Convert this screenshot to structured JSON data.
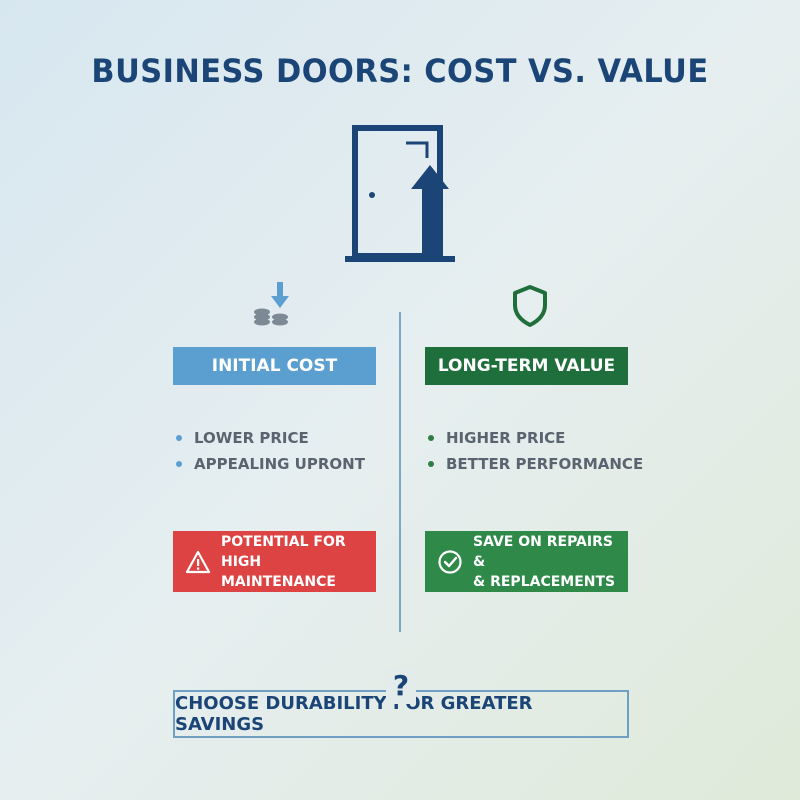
{
  "title": "BUSINESS DOORS: COST VS. VALUE",
  "icons": {
    "hero": "door-with-up-arrow-icon",
    "left": "coins-down-arrow-icon",
    "right": "shield-icon",
    "warning": "warning-triangle-icon",
    "check": "check-circle-icon",
    "question": "question-mark-icon"
  },
  "left_column": {
    "header": "INITIAL COST",
    "points": [
      "LOWER PRICE",
      "APPEALING UPRONT"
    ],
    "callout_line1": "POTENTIAL FOR HIGH",
    "callout_line2": "MAINTENANCE"
  },
  "right_column": {
    "header": "LONG-TERM VALUE",
    "points": [
      "HIGHER PRICE",
      "BETTER PERFORMANCE"
    ],
    "callout_line1": "SAVE ON REPAIRS &",
    "callout_line2": "& REPLACEMENTS"
  },
  "conclusion": "CHOOSE DURABILITY FOR GREATER SAVINGS",
  "question_mark": "?",
  "colors": {
    "navy": "#1b4576",
    "blue": "#5b9fd0",
    "dark_green": "#1e6f3b",
    "green": "#2f8a4a",
    "red": "#dd4343"
  }
}
